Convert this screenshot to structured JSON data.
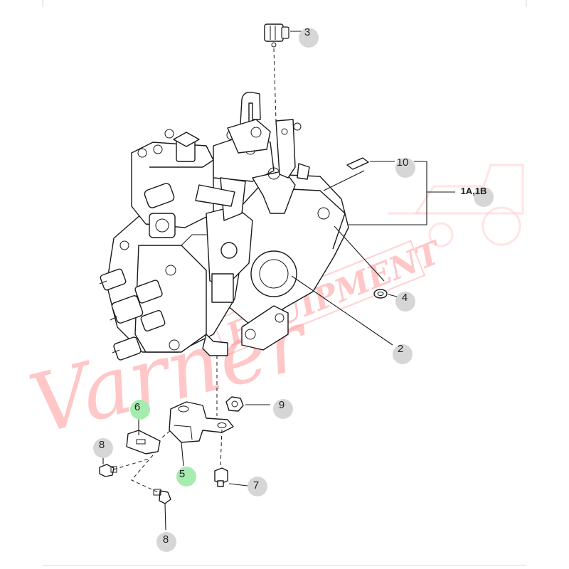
{
  "diagram": {
    "callouts": {
      "c3": "3",
      "c10": "10",
      "c1a1b": "1A,1B",
      "c4": "4",
      "c2": "2",
      "c9": "9",
      "c6": "6",
      "c8a": "8",
      "c5": "5",
      "c7": "7",
      "c8b": "8"
    },
    "highlighted_callouts": [
      "6",
      "5"
    ],
    "watermark": {
      "logo_text": "Varner",
      "secondary_text": "EQUIPMENT",
      "color": "#ff9a9a"
    },
    "colors": {
      "highlight": "#a6ecb0",
      "callout_bubble": "#d6d6d6",
      "line": "#1a1a1a"
    }
  }
}
